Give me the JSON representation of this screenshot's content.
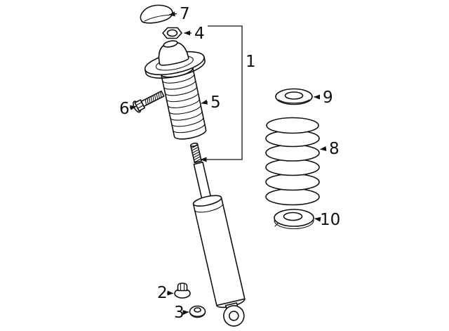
{
  "colors": {
    "background": "#ffffff",
    "line": "#111111"
  },
  "callouts": {
    "c1": "1",
    "c2": "2",
    "c3": "3",
    "c4": "4",
    "c5": "5",
    "c6": "6",
    "c7": "7",
    "c8": "8",
    "c9": "9",
    "c10": "10"
  }
}
